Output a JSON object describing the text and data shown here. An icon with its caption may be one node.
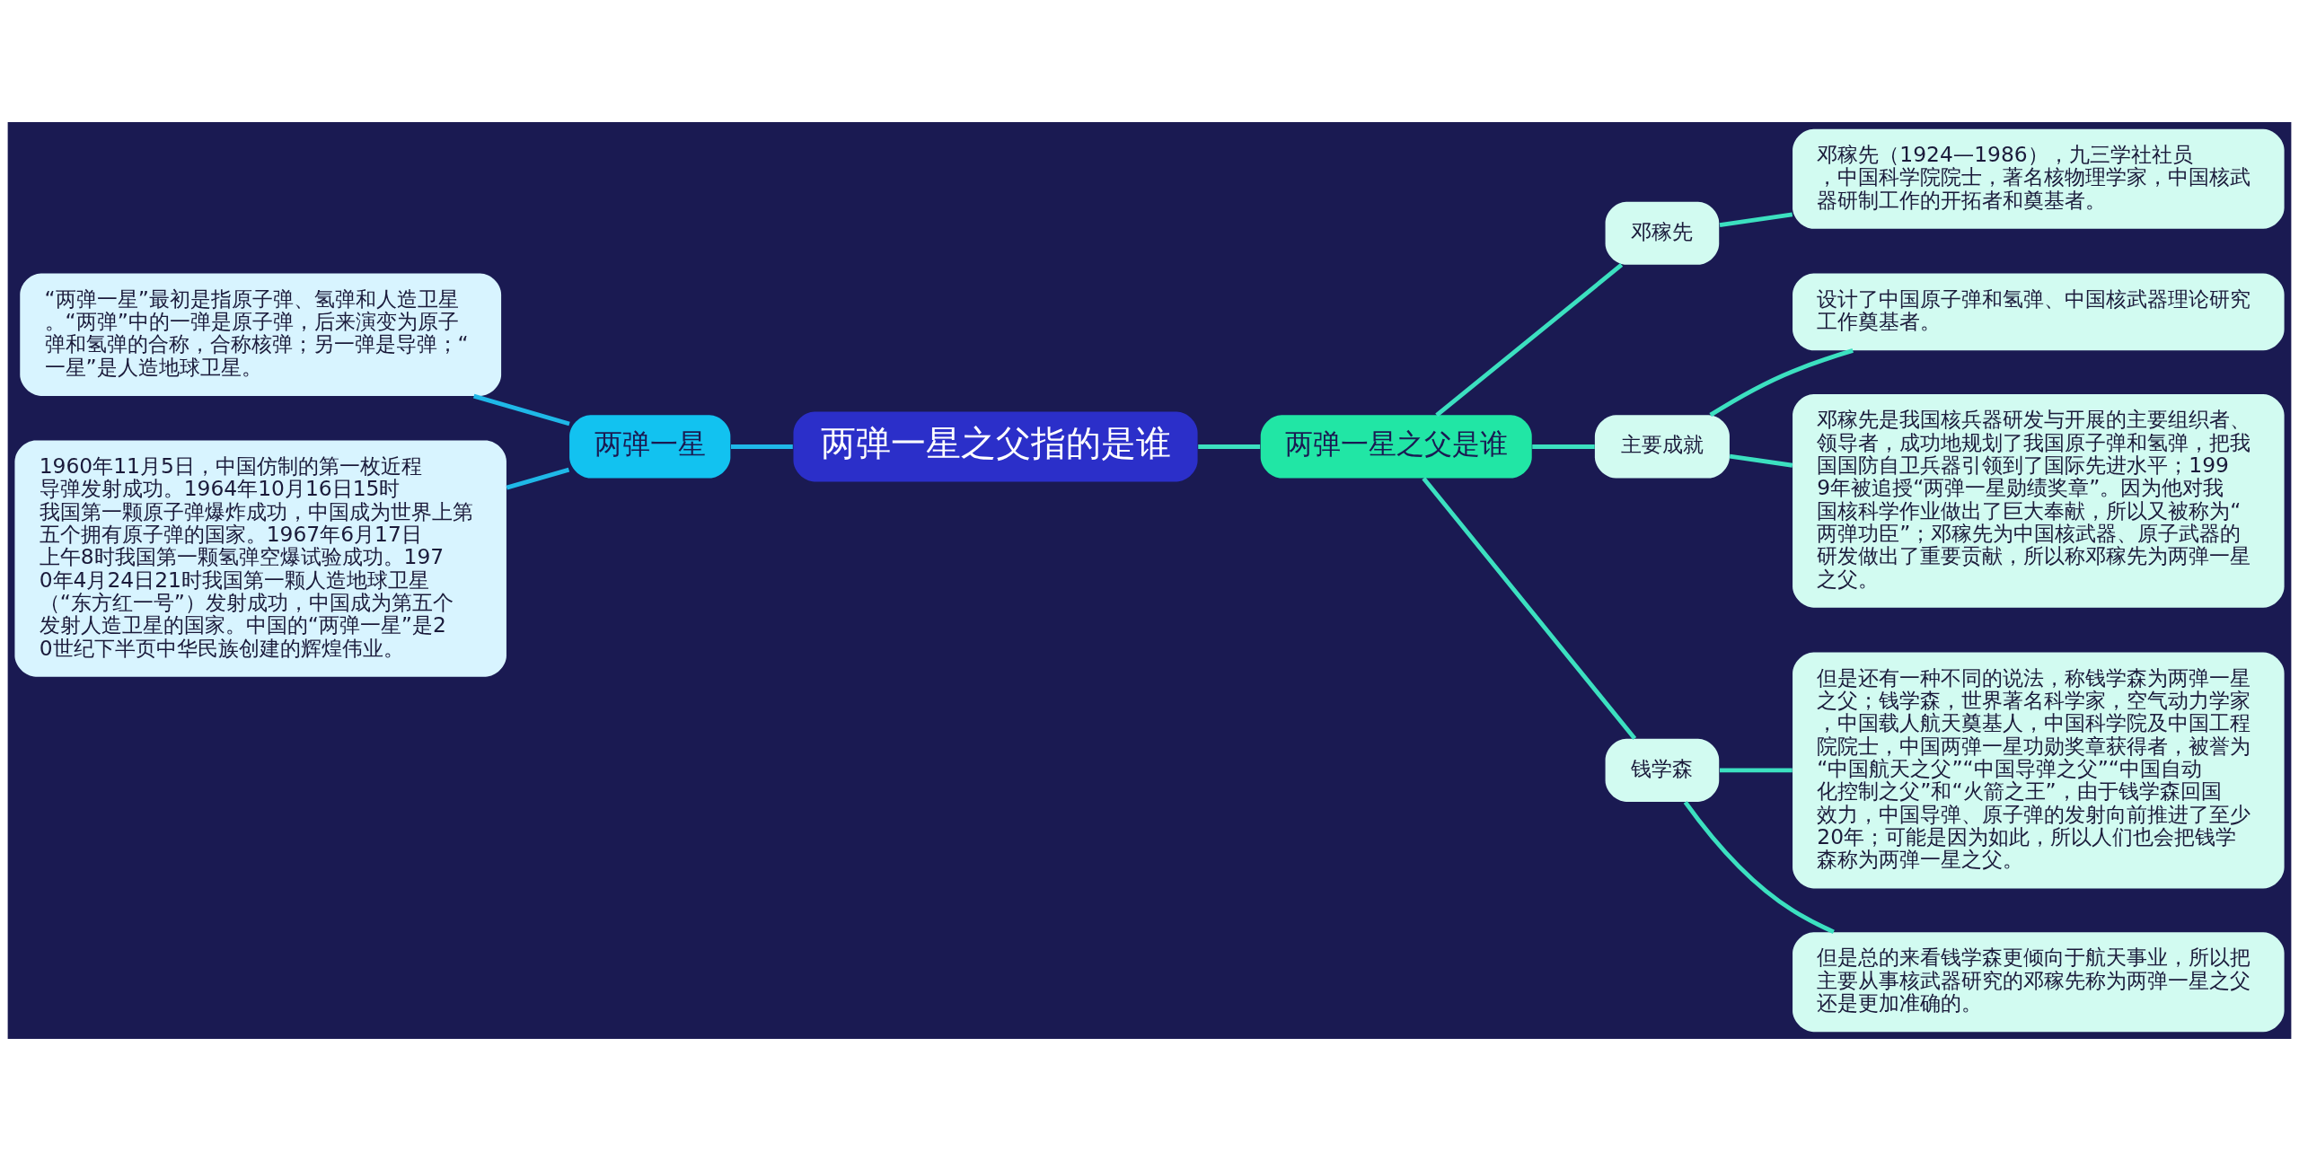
{
  "diagram": {
    "nodes": [
      {
        "text": [
          "两弹一星之父指的是谁"
        ]
      },
      {
        "text": [
          "两弹一星"
        ]
      },
      {
        "text": [
          "“两弹一星”最初是指原子弹、氢弹和人造卫星。“两弹”中的一弹是原子弹，后来演变为原子弹和氢弹的合称，合称核弹；另一弹是导弹；“一星”是人造地球卫星。"
        ]
      },
      {
        "text": [
          "1960年11月5日，中国仿制的第一枚近程导弹发射成功。1964年10月16日15时我国第一颗原子弹爆炸成功，中国成为世界上第五个拥有原子弹的国家。1967年6月17日上午8时我国第一颗氢弹空爆试验成功。1970年4月24日21时我国第一颗人造地球卫星（“东方红一号”）发射成功，中国成为第五个发射人造卫星的国家。中国的“两弹一星”是20世纪下半页中华民族创建的辉煌伟业。"
        ]
      },
      {
        "text": [
          "两弹一星之父是谁"
        ]
      },
      {
        "text": [
          "邓稼先"
        ]
      },
      {
        "text": [
          "邓稼先（1924—1986），九三学社社员，中国科学院院士，著名核物理学家，中国核武器研制工作的开拓者和奠基者。"
        ]
      },
      {
        "text": [
          "主要成就"
        ]
      },
      {
        "text": [
          "设计了中国原子弹和氢弹、中国核武器理论研究工作奠基者。"
        ]
      },
      {
        "text": [
          "邓稼先是我国核兵器研发与开展的主要组织者、领导者，成功地规划了我国原子弹和氢弹，把我国国防自卫兵器引领到了国际先进水平；1999年被追授“两弹一星勋绩奖章”。因为他对我国核科学作业做出了巨大奉献，所以又被称为“两弹功臣”；邓稼先为中国核武器、原子武器的研发做出了重要贡献，所以称邓稼先为两弹一星之父。"
        ]
      },
      {
        "text": [
          "钱学森"
        ]
      },
      {
        "text": [
          "但是还有一种不同的说法，称钱学森为两弹一星之父；钱学森，世界著名科学家，空气动力学家，中国载人航天奠基人，中国科学院及中国工程院院士，中国两弹一星功勋奖章获得者，被誉为“中国航天之父”“中国导弹之父”“中国自动化控制之父”和“火箭之王”，由于钱学森回国效力，中国导弹、原子弹的发射向前推进了至少20年；可能是因为如此，所以人们也会把钱学森称为两弹一星之父。"
        ]
      },
      {
        "text": [
          "但是总的来看钱学森更倾向于航天事业，所以把主要从事核武器研究的邓稼先称为两弹一星之父还是更加准确的。"
        ]
      }
    ],
    "edges": [
      {
        "from": 0,
        "to": 1,
        "arrow": "none",
        "color": "#1fb8e8"
      },
      {
        "from": 1,
        "to": 2,
        "arrow": "none",
        "color": "#1fb8e8"
      },
      {
        "from": 1,
        "to": 3,
        "arrow": "none",
        "color": "#1fb8e8"
      },
      {
        "from": 0,
        "to": 4,
        "arrow": "none"
      },
      {
        "from": 4,
        "to": 5,
        "arrow": "none"
      },
      {
        "from": 5,
        "to": 6,
        "arrow": "none"
      },
      {
        "from": 4,
        "to": 7,
        "arrow": "none"
      },
      {
        "from": 7,
        "to": 8,
        "arrow": "none"
      },
      {
        "from": 7,
        "to": 9,
        "arrow": "none"
      },
      {
        "from": 4,
        "to": 10,
        "arrow": "none"
      },
      {
        "from": 10,
        "to": 11,
        "arrow": "none"
      },
      {
        "from": 10,
        "to": 12,
        "arrow": "none"
      }
    ]
  }
}
